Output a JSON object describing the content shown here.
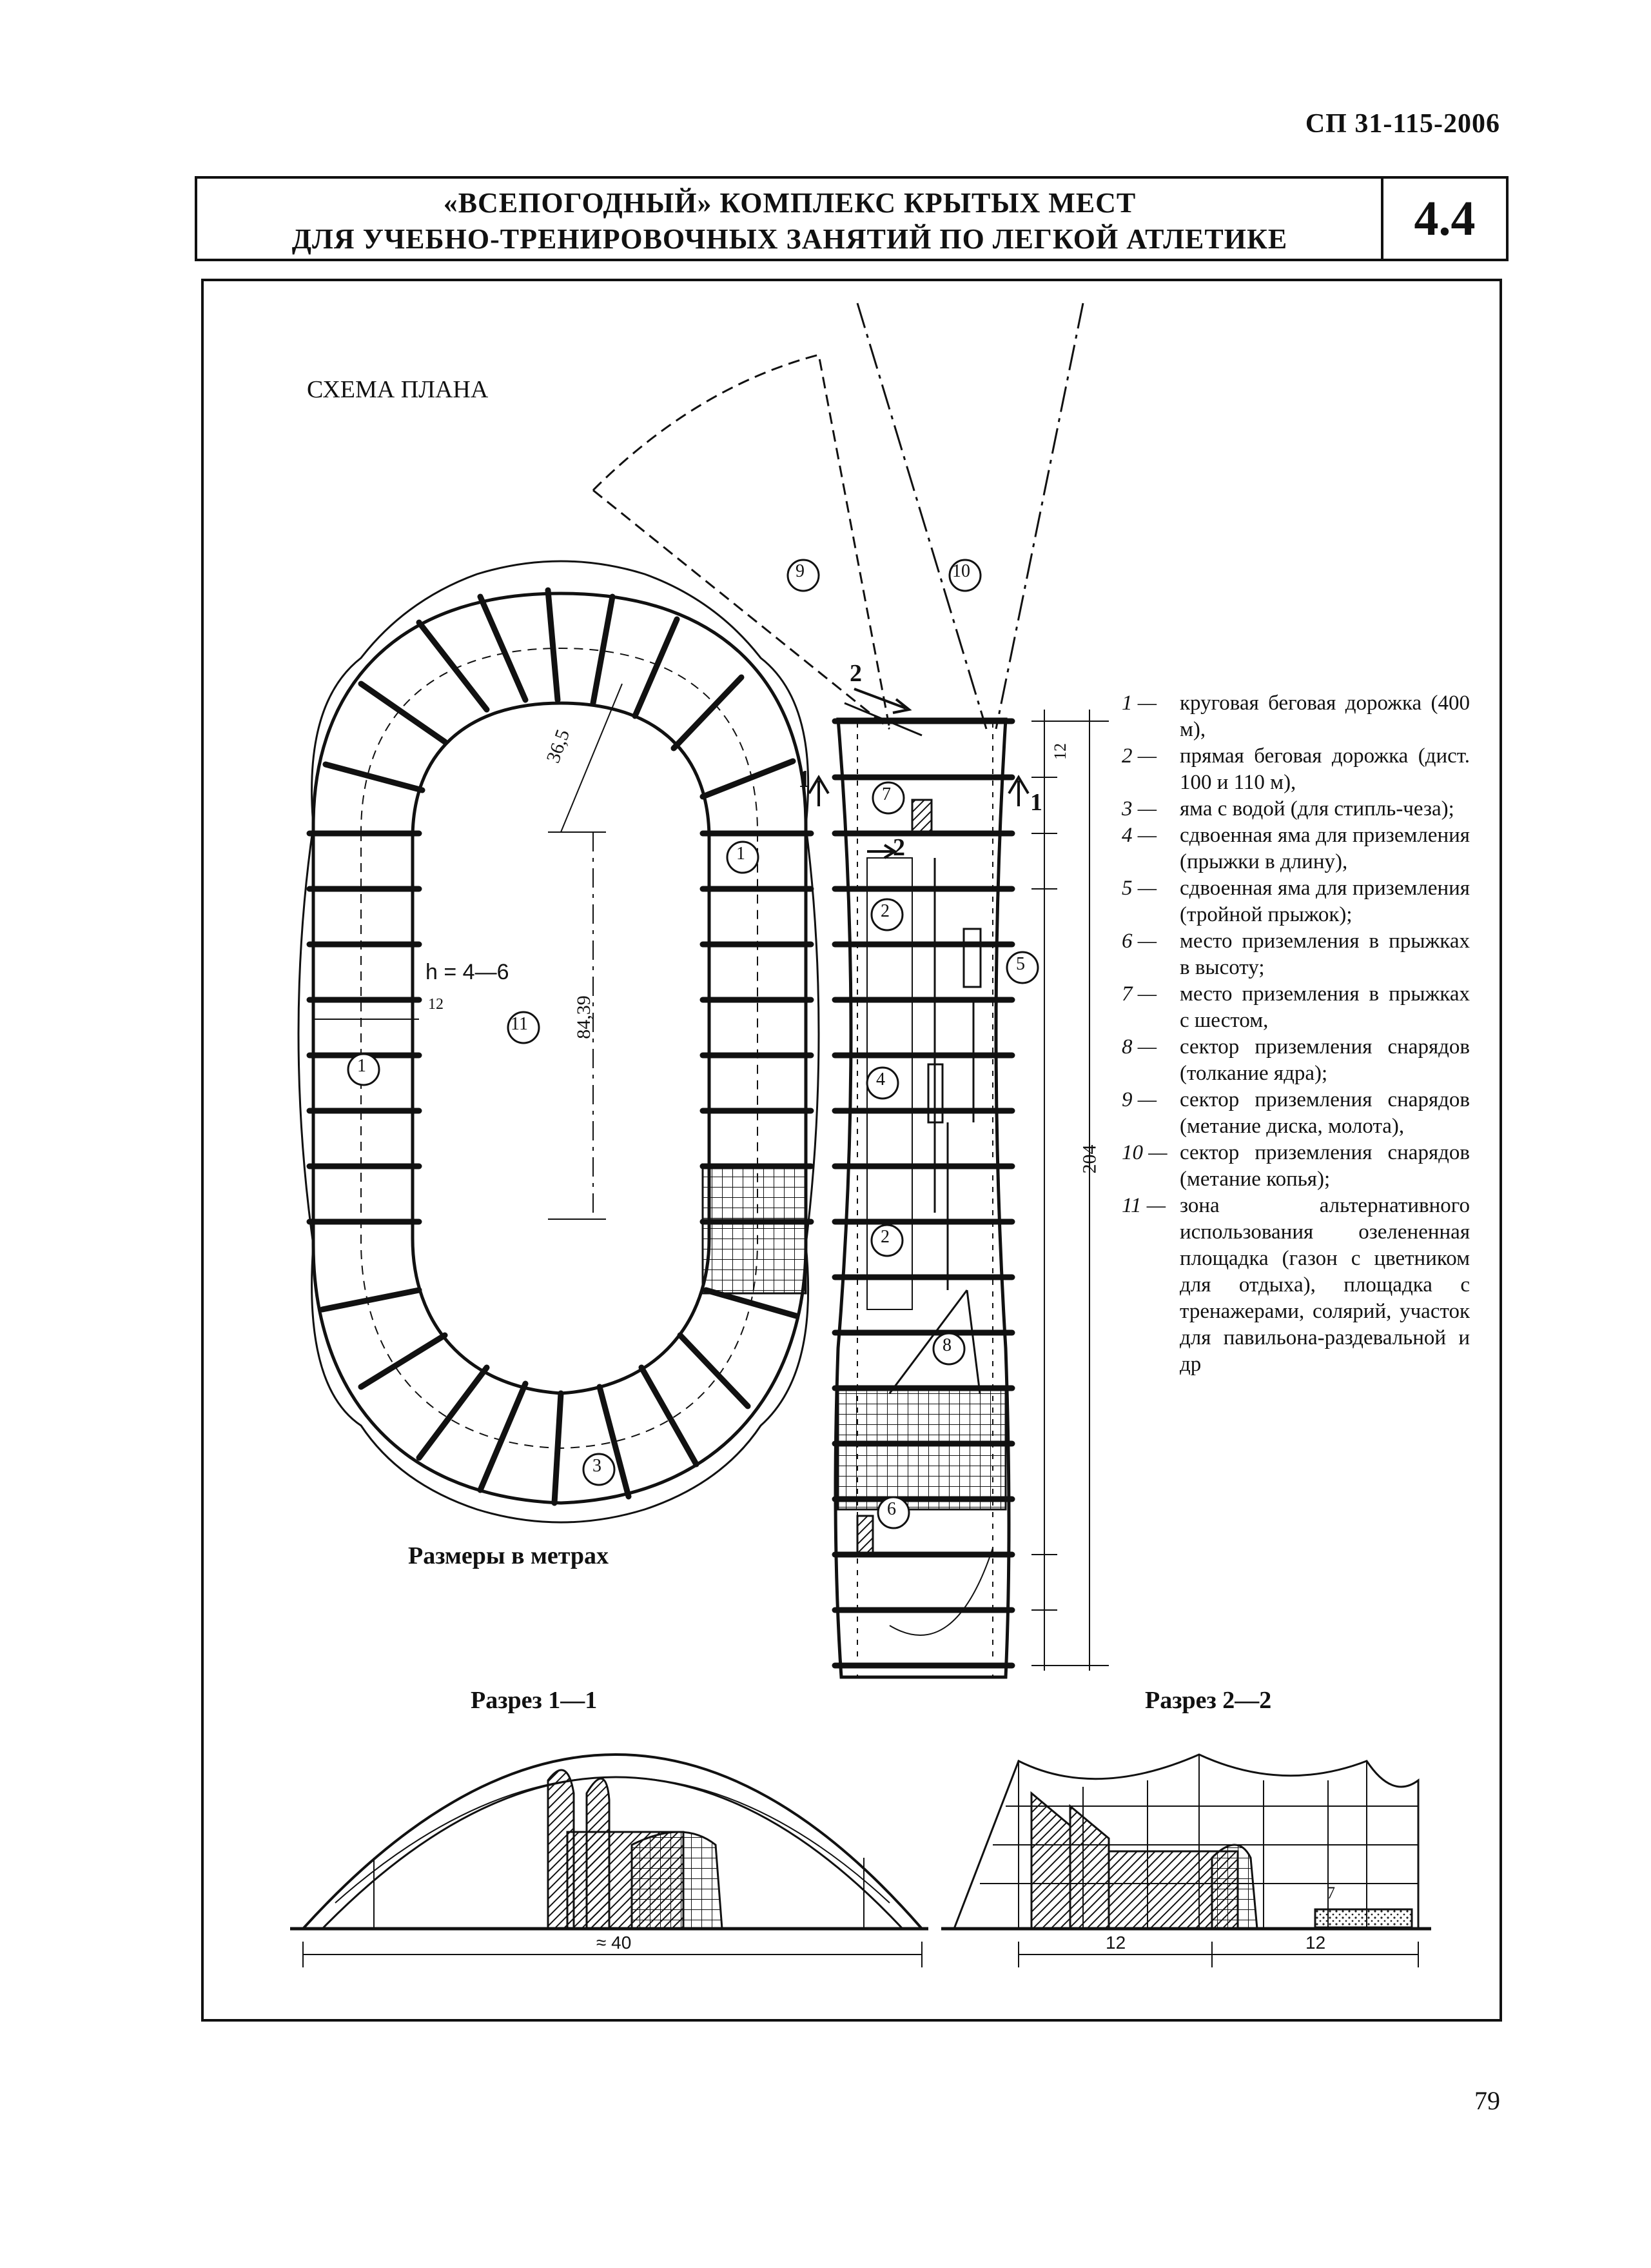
{
  "doc_code": "СП 31-115-2006",
  "header": {
    "title_line1": "«ВСЕПОГОДНЫЙ» КОМПЛЕКС КРЫТЫХ МЕСТ",
    "title_line2": "ДЛЯ УЧЕБНО-ТРЕНИРОВОЧНЫХ ЗАНЯТИЙ ПО ЛЕГКОЙ АТЛЕТИКЕ",
    "number": "4.4"
  },
  "plan": {
    "title": "СХЕМА ПЛАНА",
    "size_note": "Размеры в метрах",
    "dim_radius": "36,5",
    "dim_length": "84,39",
    "dim_h": "h = 4—6",
    "dim_12": "12",
    "dim_total": "204",
    "dim_segment": "12",
    "section_mark_1": "1",
    "section_mark_2": "2"
  },
  "callouts": [
    "1",
    "2",
    "3",
    "4",
    "5",
    "6",
    "7",
    "8",
    "9",
    "10",
    "11"
  ],
  "legend": [
    {
      "num": "1 —",
      "text": "круговая беговая дорожка (400 м),"
    },
    {
      "num": "2 —",
      "text": "прямая беговая дорожка (дист. 100 и 110 м),"
    },
    {
      "num": "3 —",
      "text": "яма с водой (для стипль-чеза);"
    },
    {
      "num": "4 —",
      "text": "сдвоенная яма для приземления (прыжки в длину),"
    },
    {
      "num": "5 —",
      "text": "сдвоенная яма для приземления (тройной прыжок);"
    },
    {
      "num": "6 —",
      "text": "место приземления в прыжках в высоту;"
    },
    {
      "num": "7 —",
      "text": "место приземления в прыжках с шестом,"
    },
    {
      "num": "8 —",
      "text": "сектор приземления снарядов (толкание ядра);"
    },
    {
      "num": "9 —",
      "text": "сектор приземления снарядов (метание диска, молота),"
    },
    {
      "num": "10 —",
      "text": "сектор приземления снарядов (метание копья);"
    },
    {
      "num": "11 —",
      "text": "зона альтернативного использования озелененная площадка (газон с цветником для отдыха), площадка с тренажерами, солярий, участок для павильона-раздевальной и др"
    }
  ],
  "sections": {
    "section1_title": "Разрез 1—1",
    "section1_dim": "≈ 40",
    "section2_title": "Разрез 2—2",
    "section2_dim_a": "12",
    "section2_dim_b": "12",
    "section2_callout": "7"
  },
  "page_number": "79"
}
